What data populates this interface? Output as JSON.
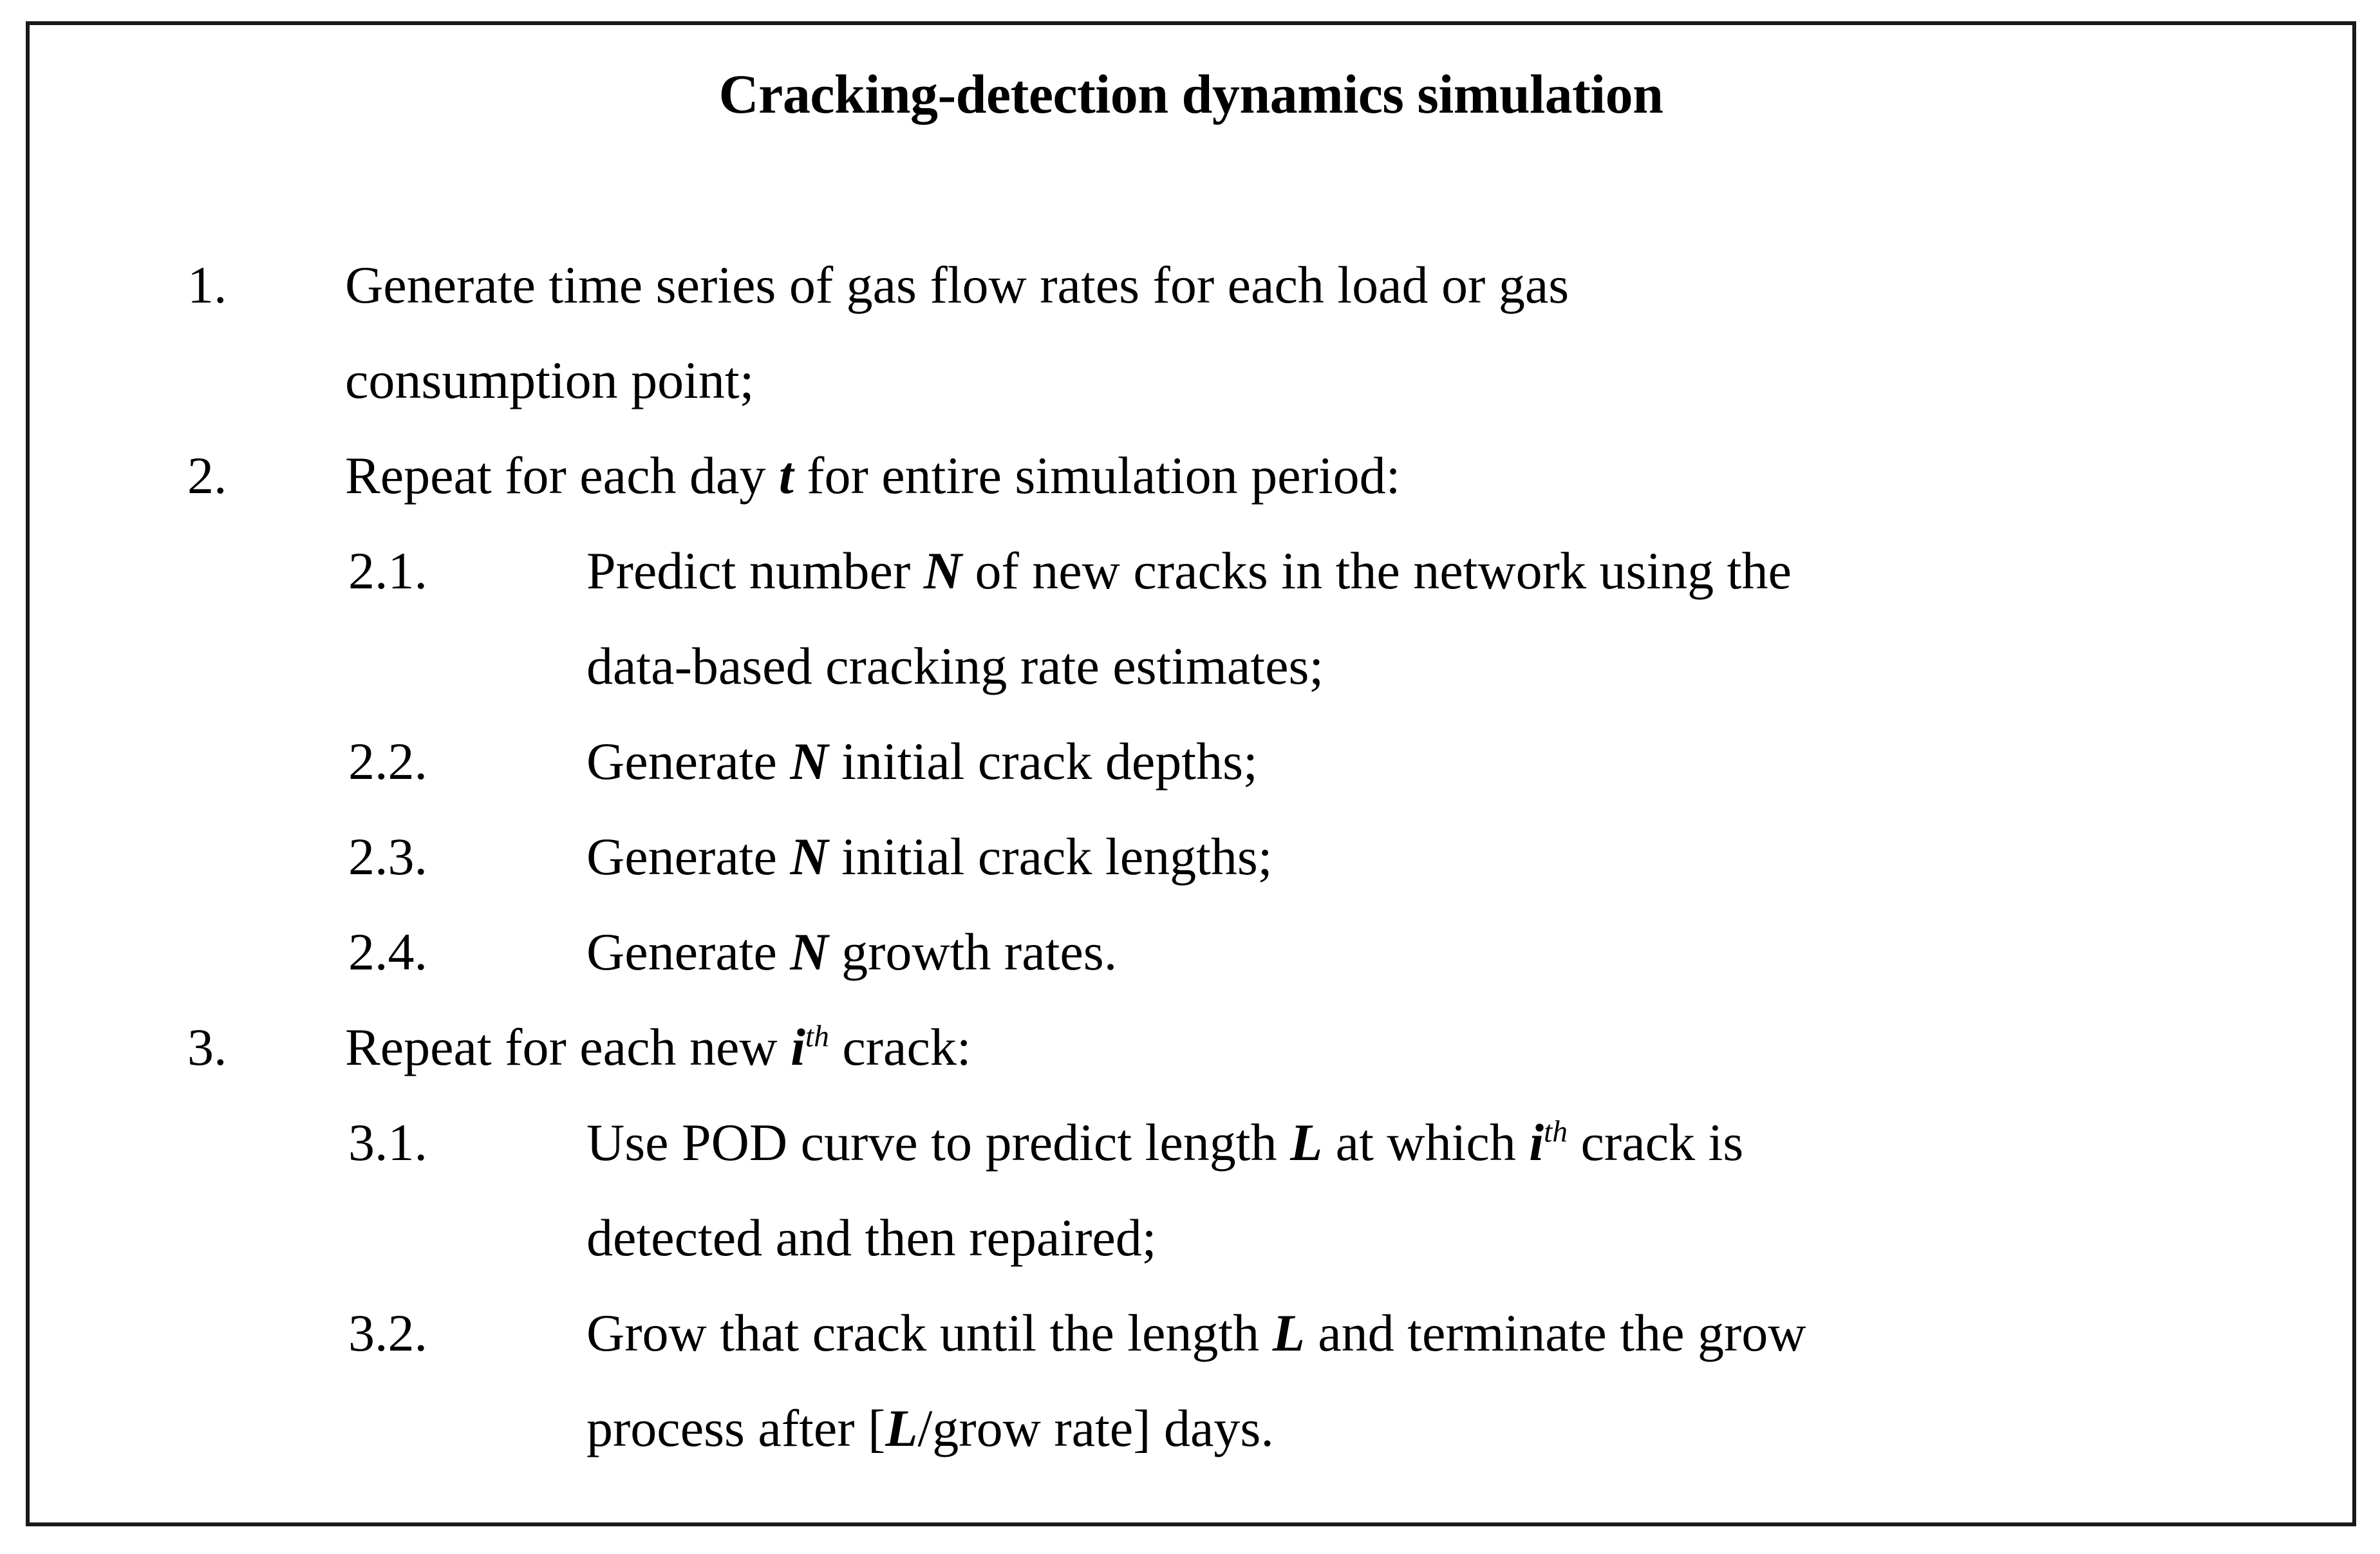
{
  "figure": {
    "title": "Cracking-detection dynamics simulation",
    "border_color": "#1a1a1a",
    "background_color": "#ffffff",
    "text_color": "#000000"
  },
  "steps": [
    {
      "number": "1.",
      "level": 1,
      "lines": [
        "Generate time series of gas flow rates for each load or gas",
        "consumption point;"
      ]
    },
    {
      "number": "2.",
      "level": 1,
      "lines_pre": "Repeat for each day ",
      "emph": "t",
      "lines_post": " for entire simulation period:"
    },
    {
      "number": "2.1.",
      "level": 2,
      "lines": [
        "Predict number N of new cracks in the network using the",
        "data-based cracking rate estimates;"
      ],
      "emph": "N"
    },
    {
      "number": "2.2.",
      "level": 2,
      "lines": [
        "Generate N initial crack depths;"
      ],
      "emph": "N"
    },
    {
      "number": "2.3.",
      "level": 2,
      "lines": [
        "Generate N initial crack lengths;"
      ],
      "emph": "N"
    },
    {
      "number": "2.4.",
      "level": 2,
      "lines": [
        "Generate N growth rates."
      ],
      "emph": "N"
    },
    {
      "number": "3.",
      "level": 1,
      "lines": [
        "Repeat for each new i th crack:"
      ],
      "emph": "i",
      "sup": "th"
    },
    {
      "number": "3.1.",
      "level": 2,
      "lines": [
        "Use POD curve to predict length L at which i th crack is",
        "detected and then repaired;"
      ]
    },
    {
      "number": "3.2.",
      "level": 2,
      "lines": [
        "Grow that crack until the length L and terminate the grow",
        "process after [L/grow rate] days."
      ]
    }
  ],
  "text": {
    "l1_num": "1.",
    "l1_a": "Generate time series of gas flow rates for each load or gas",
    "l1_b": "consumption point;",
    "l2_num": "2.",
    "l2_a1": "Repeat for each day ",
    "l2_a2": "t",
    "l2_a3": " for entire simulation period:",
    "l21_num": "2.1.",
    "l21_a1": "Predict number ",
    "l21_a2": "N",
    "l21_a3": " of new cracks in the network using the",
    "l21_b": "data-based cracking rate estimates;",
    "l22_num": "2.2.",
    "l22_a1": "Generate ",
    "l22_a2": "N",
    "l22_a3": " initial crack depths;",
    "l23_num": "2.3.",
    "l23_a1": "Generate ",
    "l23_a2": "N",
    "l23_a3": " initial crack lengths;",
    "l24_num": "2.4.",
    "l24_a1": "Generate ",
    "l24_a2": "N",
    "l24_a3": " growth rates.",
    "l3_num": "3.",
    "l3_a1": "Repeat for each new ",
    "l3_a2": "i",
    "l3_a3": "th",
    "l3_a4": " crack:",
    "l31_num": "3.1.",
    "l31_a1": "Use POD curve to predict length ",
    "l31_a2": "L",
    "l31_a3": " at which ",
    "l31_a4": "i",
    "l31_a5": "th",
    "l31_a6": " crack is",
    "l31_b": "detected and then repaired;",
    "l32_num": "3.2.",
    "l32_a1": "Grow that crack until the length ",
    "l32_a2": "L",
    "l32_a3": " and terminate the grow",
    "l32_b1": "process after [",
    "l32_b2": "L",
    "l32_b3": "/grow rate] days."
  }
}
